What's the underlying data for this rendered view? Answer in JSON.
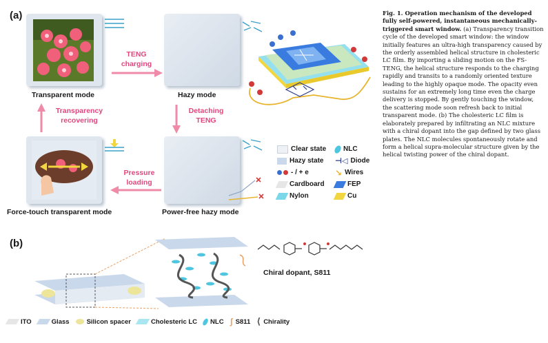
{
  "panel_a": {
    "label": "(a)",
    "modes": {
      "transparent": "Transparent mode",
      "hazy": "Hazy mode",
      "force_touch": "Force-touch transparent mode",
      "power_free": "Power-free hazy mode"
    },
    "arrows": {
      "teng_charging": [
        "TENG",
        "charging"
      ],
      "detaching": [
        "Detaching",
        "TENG"
      ],
      "pressure": [
        "Pressure",
        "loading"
      ],
      "recovering": [
        "Transparency",
        "recovering"
      ]
    },
    "legend": {
      "col1": [
        "Clear state",
        "Hazy state",
        "- / + e",
        "Cardboard",
        "Nylon"
      ],
      "col2": [
        "NLC",
        "Diode",
        "Wires",
        "FEP",
        "Cu"
      ]
    }
  },
  "panel_b": {
    "label": "(b)",
    "chiral_label": "Chiral dopant, S811",
    "legend": [
      "ITO",
      "Glass",
      "Silicon spacer",
      "Cholesteric LC",
      "NLC",
      "S811",
      "Chirality"
    ]
  },
  "caption": {
    "title": "Fig. 1. Operation mechanism of the developed fully self-powered, instantaneous mechanically-triggered smart window.",
    "body": "(a) Transparency transition cycle of the developed smart window: the window initially features an ultra-high transparency caused by the orderly assembled helical structure in cholesteric LC film. By importing a sliding motion on the FS-TENG, the helical structure responds to the charging rapidly and transits to a randomly oriented texture leading to the highly opaque mode. The opacity even sustains for an extremely long time even the charge delivery is stopped. By gently touching the window, the scattering mode soon refresh back to initial transparent mode. (b) The cholesteric LC film is elaborately prepared by infiltrating an NLC mixture with a chiral dopant into the gap defined by two glass plates. The NLC molecules spontaneously rotate and form a helical supra-molecular structure given by the helical twisting power of the chiral dopant."
  },
  "colors": {
    "accent_pink": "#e2457d",
    "glass": "#c9d8ea",
    "nlc": "#4fc6e0",
    "fep": "#3a7be0",
    "cu": "#f2d640"
  }
}
